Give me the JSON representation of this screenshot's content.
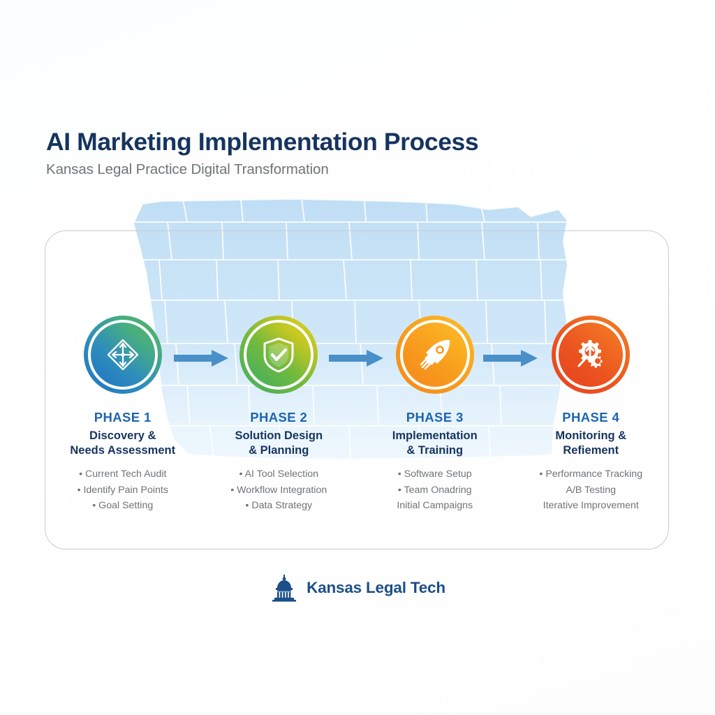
{
  "header": {
    "title": "AI Marketing Implementation Process",
    "subtitle": "Kansas Legal Practice Digital Transformation"
  },
  "colors": {
    "title": "#15345e",
    "subtitle": "#6f7477",
    "phase_label": "#1d65b0",
    "phase_title": "#16345e",
    "bullet_text": "#6e7477",
    "arrow": "#4a90c8",
    "map_fill": "#c5e0f5",
    "card_border": "#c9cbcc",
    "footer_text": "#1c4e87"
  },
  "phases": [
    {
      "label": "PHASE 1",
      "title": "Discovery &\nNeeds Assessment",
      "icon": "diamond-compass-icon",
      "gradient_from": "#2173c6",
      "gradient_to": "#57b55e",
      "bullets": [
        "• Current Tech Audit",
        "• Identify Pain Points",
        "• Goal Setting"
      ]
    },
    {
      "label": "PHASE 2",
      "title": "Solution Design\n& Planning",
      "icon": "shield-check-icon",
      "gradient_from": "#3fae63",
      "gradient_to": "#e6d41c",
      "bullets": [
        "• AI Tool Selection",
        "• Workflow Integration",
        "• Data Strategy"
      ]
    },
    {
      "label": "PHASE 3",
      "title": "Implementation\n& Training",
      "icon": "rocket-icon",
      "gradient_from": "#f5891c",
      "gradient_to": "#fdbb2b",
      "bullets": [
        "• Software Setup",
        "• Team Onadring",
        "Initial Campaigns"
      ]
    },
    {
      "label": "PHASE 4",
      "title": "Monitoring &\nRefiement",
      "icon": "gears-analytics-icon",
      "gradient_from": "#e8431f",
      "gradient_to": "#f3801f",
      "bullets": [
        "• Performance Tracking",
        "A/B Testing",
        "Iterative Improvement"
      ]
    }
  ],
  "connectors": [
    {
      "name": "arrow-phase1-to-phase2"
    },
    {
      "name": "arrow-phase2-to-phase3"
    },
    {
      "name": "arrow-phase3-to-phase4"
    }
  ],
  "footer": {
    "brand": "Kansas Legal Tech",
    "icon": "capitol-dome-icon"
  }
}
